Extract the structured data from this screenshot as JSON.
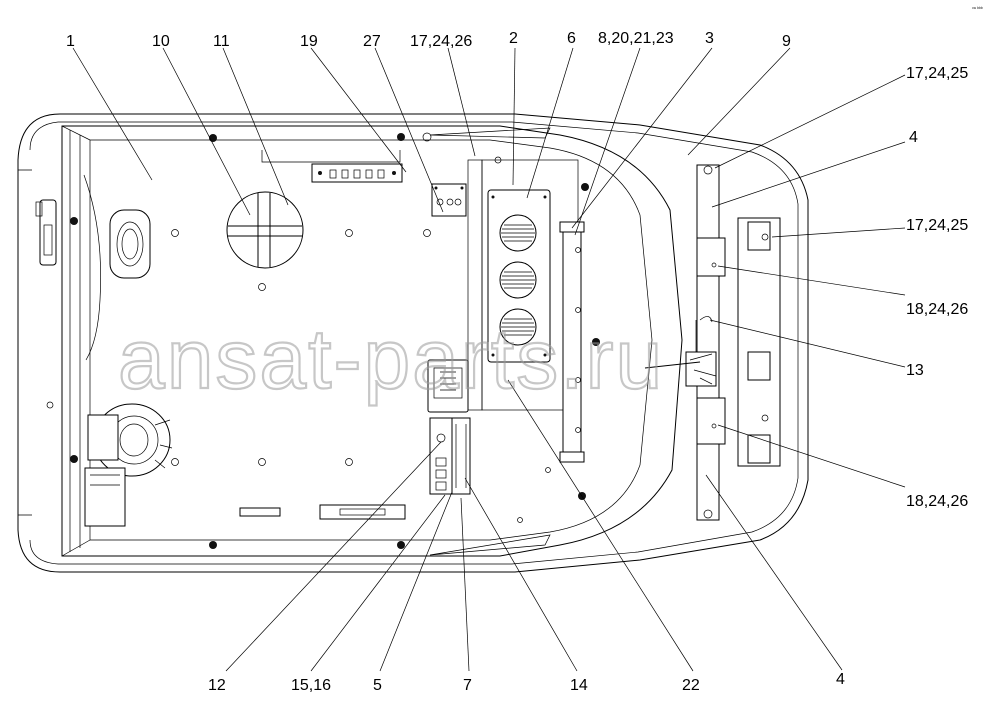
{
  "watermark": "ansat-parts.ru",
  "corner_mark": "ᵒᵃ ᵇᵇᵇ",
  "callouts": {
    "c1": "1",
    "c10": "10",
    "c11": "11",
    "c19": "19",
    "c27": "27",
    "c172426_top": "17,24,26",
    "c2": "2",
    "c6": "6",
    "c8202123": "8,20,21,23",
    "c3": "3",
    "c9": "9",
    "c172425_a": "17,24,25",
    "c4_top": "4",
    "c172425_b": "17,24,25",
    "c182426_a": "18,24,26",
    "c13": "13",
    "c182426_b": "18,24,26",
    "c4_bottom": "4",
    "c12": "12",
    "c1516": "15,16",
    "c5": "5",
    "c7": "7",
    "c14": "14",
    "c22": "22"
  }
}
